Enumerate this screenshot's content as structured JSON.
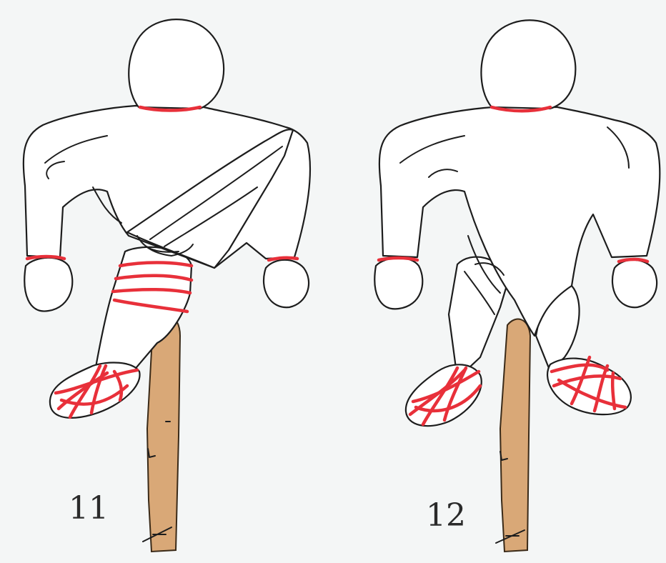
{
  "figures": [
    {
      "id": "doll-11",
      "step_label": "11"
    },
    {
      "id": "doll-12",
      "step_label": "12"
    }
  ],
  "colors": {
    "background": "#f4f6f6",
    "thread": "#e8303a",
    "stick": "#d9a877",
    "outline": "#1d1d1d",
    "fabric": "#ffffff"
  }
}
